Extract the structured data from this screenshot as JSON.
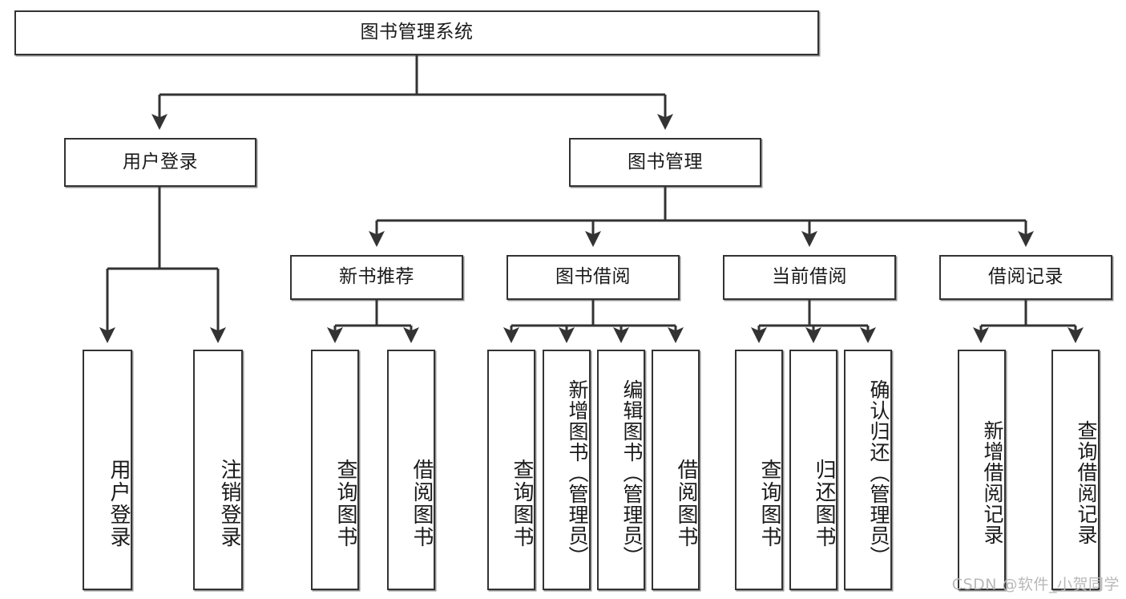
{
  "diagram": {
    "title": "图书管理系统",
    "type": "tree-hierarchy",
    "watermark": "CSDN @软件_小贺同学",
    "colors": {
      "background": "#ffffff",
      "box_border": "#333333",
      "box_fill": "#ffffff",
      "connector": "#333333",
      "text": "#1a1a1a",
      "watermark": "#b9b9b9"
    },
    "root": {
      "label": "图书管理系统"
    },
    "level2": [
      {
        "id": "user-login",
        "label": "用户登录"
      },
      {
        "id": "book-manage",
        "label": "图书管理"
      }
    ],
    "level3": [
      {
        "id": "new-book-recommend",
        "label": "新书推荐"
      },
      {
        "id": "book-borrow",
        "label": "图书借阅"
      },
      {
        "id": "current-borrow",
        "label": "当前借阅"
      },
      {
        "id": "borrow-record",
        "label": "借阅记录"
      }
    ],
    "leaves": {
      "user_login": [
        {
          "id": "leaf-user-login",
          "label": "用户登录"
        },
        {
          "id": "leaf-logout",
          "label": "注销登录"
        }
      ],
      "new_book_recommend": [
        {
          "id": "leaf-query-book-1",
          "label": "查询图书"
        },
        {
          "id": "leaf-borrow-book-1",
          "label": "借阅图书"
        }
      ],
      "book_borrow": [
        {
          "id": "leaf-query-book-2",
          "label": "查询图书"
        },
        {
          "id": "leaf-add-book",
          "label": "新增图书（管理员）"
        },
        {
          "id": "leaf-edit-book",
          "label": "编辑图书（管理员）"
        },
        {
          "id": "leaf-borrow-book-2",
          "label": "借阅图书"
        }
      ],
      "current_borrow": [
        {
          "id": "leaf-query-book-3",
          "label": "查询图书"
        },
        {
          "id": "leaf-return-book",
          "label": "归还图书"
        },
        {
          "id": "leaf-confirm-return",
          "label": "确认归还（管理员）"
        }
      ],
      "borrow_record": [
        {
          "id": "leaf-add-record",
          "label": "新增借阅记录"
        },
        {
          "id": "leaf-query-record",
          "label": "查询借阅记录"
        }
      ]
    }
  }
}
